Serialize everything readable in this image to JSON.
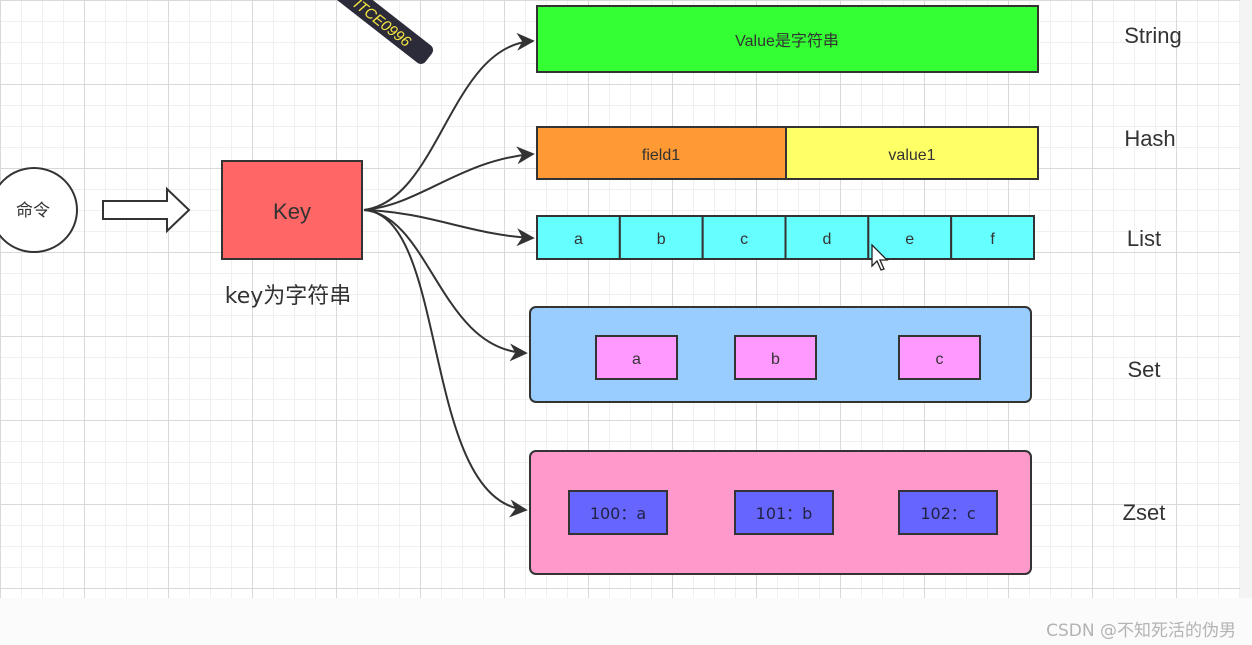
{
  "command_label": "命令",
  "key": {
    "label": "Key",
    "caption": "key为字符串"
  },
  "watermark": "ITCE0996",
  "types": {
    "string": {
      "label": "String",
      "value": "Value是字符串"
    },
    "hash": {
      "label": "Hash",
      "field": "field1",
      "value": "value1"
    },
    "list": {
      "label": "List",
      "items": [
        "a",
        "b",
        "c",
        "d",
        "e",
        "f"
      ]
    },
    "set": {
      "label": "Set",
      "items": [
        "a",
        "b",
        "c"
      ]
    },
    "zset": {
      "label": "Zset",
      "items": [
        "100：a",
        "101：b",
        "102：c"
      ]
    }
  },
  "footer": "CSDN @不知死活的伪男",
  "colors": {
    "string": "#33ff33",
    "hash_field": "#ff9933",
    "hash_value": "#ffff66",
    "list": "#66ffff",
    "set_bg": "#99ccff",
    "set_item": "#ff99ff",
    "zset_bg": "#ff99cc",
    "zset_item": "#6666ff",
    "key": "#ff6666"
  }
}
